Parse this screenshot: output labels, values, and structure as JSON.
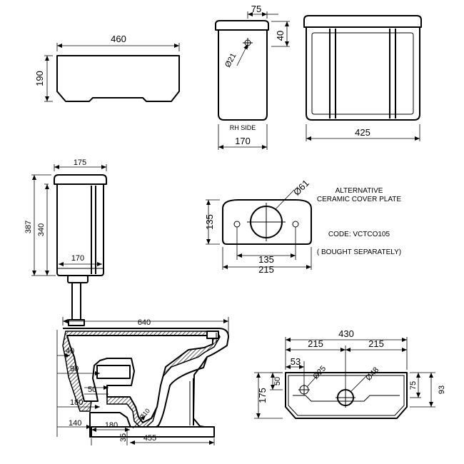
{
  "cistern_front": {
    "width": "460",
    "height": "190"
  },
  "cistern_side": {
    "top_offset": "75",
    "hole_dia": "Ø21",
    "lid_height": "40",
    "caption": "RH SIDE",
    "depth": "170"
  },
  "cistern_back": {
    "width": "425"
  },
  "toilet_side": {
    "cistern_depth": "175",
    "total_height": "387",
    "cistern_height": "340",
    "inner_depth": "170",
    "projection": "640",
    "dim_40": "40",
    "dim_90": "90",
    "dim_50": "50",
    "dim_180_left": "180",
    "dim_10": "Ø10",
    "dim_140": "140",
    "dim_180_bottom": "180",
    "dim_35": "35",
    "dim_455": "455"
  },
  "cover_plate": {
    "dia": "Ø61",
    "height": "135",
    "hole_spacing": "135",
    "width": "215",
    "title_line1": "ALTERNATIVE",
    "title_line2": "CERAMIC COVER PLATE",
    "code": "CODE: VCTCO105",
    "note": "( BOUGHT SEPARATELY)"
  },
  "cistern_top": {
    "width": "430",
    "left_half": "215",
    "right_half": "215",
    "offset": "53",
    "small_dia": "Ø25",
    "large_dia": "Ø48",
    "dim_50": "50",
    "depth": "175",
    "dim_75": "75",
    "dim_93": "93"
  }
}
